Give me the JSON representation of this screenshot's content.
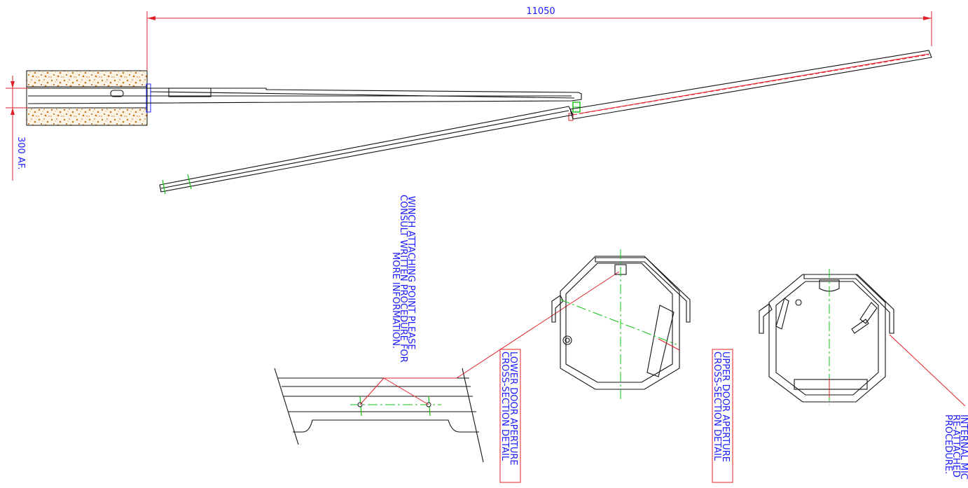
{
  "dimensions": {
    "overall_length": "11050",
    "base_depth": "300 AF."
  },
  "notes": {
    "winch": [
      "WINCH ATTACHING POINT PLEASE",
      "CONSULT WRITTEN PROCEDURE FOR",
      "MORE INFORMATION."
    ],
    "internal": [
      "INTERNAL MIC",
      "RE-ATTACHED",
      "PROCEDURE."
    ]
  },
  "sections": {
    "lower": [
      "LOWER DOOR APERTURE",
      "CROSS-SECTION DETAIL"
    ],
    "upper": [
      "UPPER DOOR APERTURE",
      "CROSS-SECTION DETAIL"
    ]
  },
  "colors": {
    "text": "#1a1aff",
    "dimension": "#e0202a",
    "centerline": "#12c312",
    "outline": "#111111",
    "concrete": "#c87a1c"
  }
}
